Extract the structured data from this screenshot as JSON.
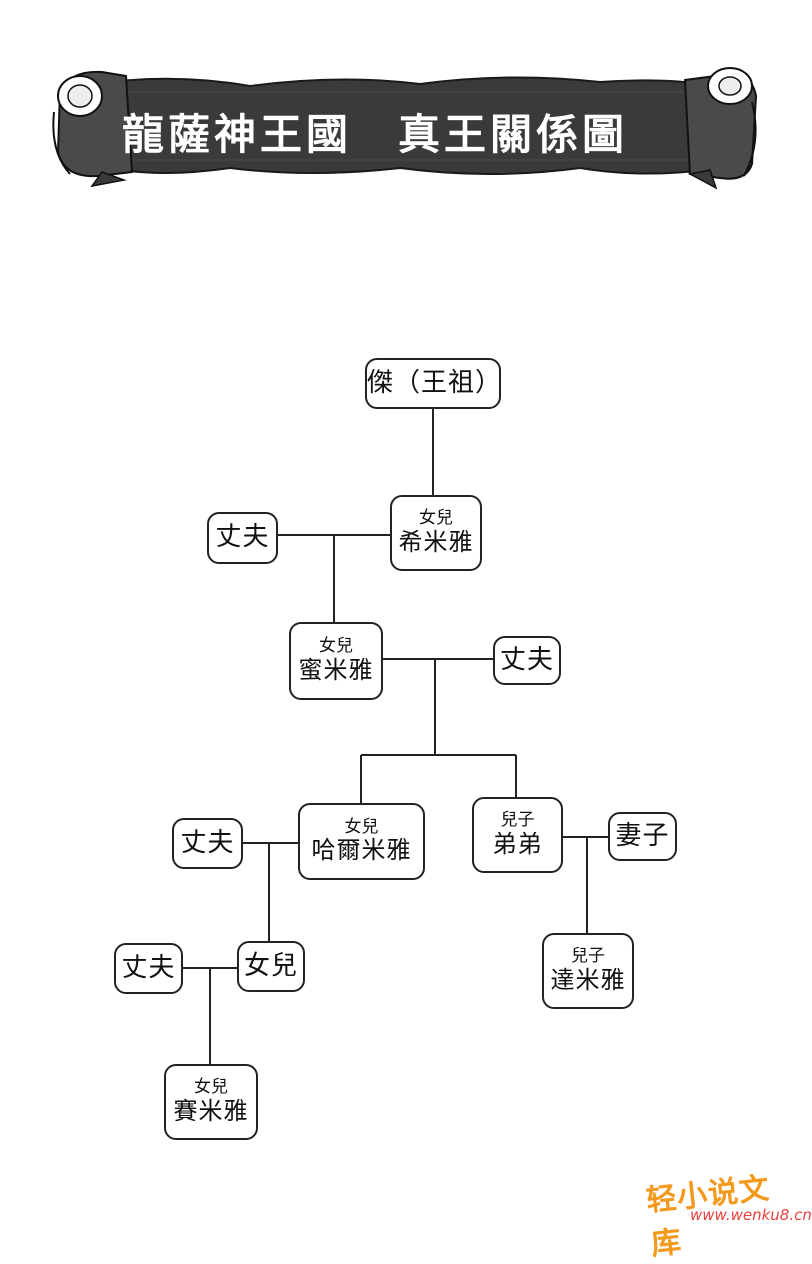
{
  "header": {
    "title": "龍薩神王國　真王關係圖"
  },
  "tree": {
    "root": {
      "name": "傑（王祖）"
    },
    "gen1_daughter": {
      "relation": "女兒",
      "name": "希米雅"
    },
    "gen1_husband": {
      "name": "丈夫"
    },
    "gen2_daughter": {
      "relation": "女兒",
      "name": "蜜米雅"
    },
    "gen2_husband": {
      "name": "丈夫"
    },
    "gen3_daughter": {
      "relation": "女兒",
      "name": "哈爾米雅"
    },
    "gen3_daughter_husband": {
      "name": "丈夫"
    },
    "gen3_son": {
      "relation": "兒子",
      "name": "弟弟"
    },
    "gen3_son_wife": {
      "name": "妻子"
    },
    "gen4_daughter": {
      "name": "女兒"
    },
    "gen4_daughter_husband": {
      "name": "丈夫"
    },
    "gen4_son": {
      "relation": "兒子",
      "name": "達米雅"
    },
    "gen5_daughter": {
      "relation": "女兒",
      "name": "賽米雅"
    }
  },
  "watermark": {
    "brand": "轻小说文库",
    "url": "www.wenku8.cn"
  },
  "colors": {
    "banner": "#3a3a3a",
    "line": "#222222",
    "watermark_orange": "#f39a1e",
    "watermark_red": "#e8403b"
  }
}
